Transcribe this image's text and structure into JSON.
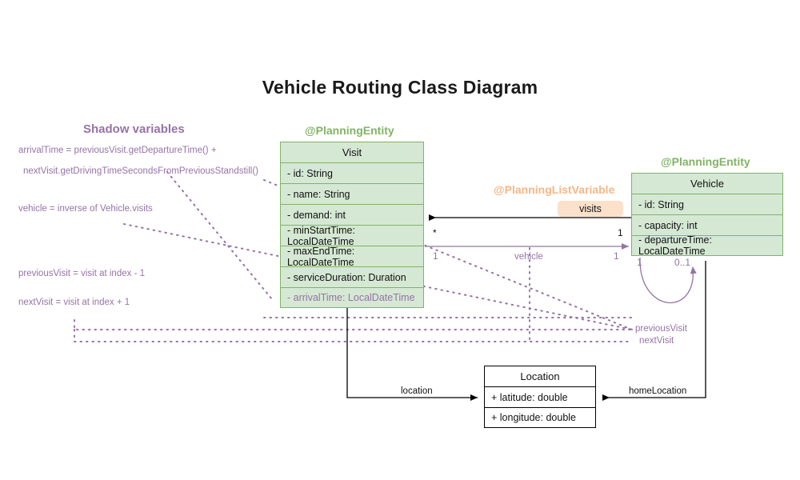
{
  "title": "Vehicle Routing Class Diagram",
  "palette": {
    "entity_fill": "#d5e8d4",
    "entity_stroke": "#82b366",
    "shadow_purple": "#9673a6",
    "list_variable_orange": "#f5b787",
    "badge_fill": "#fbe0ca",
    "plain_stroke": "#000000"
  },
  "shadow_panel": {
    "heading": "Shadow variables",
    "lines": [
      "arrivalTime = previousVisit.getDepartureTime() +",
      "nextVisit.getDrivingTimeSecondsFromPreviousStandstill()",
      "vehicle = inverse of Vehicle.visits",
      "previousVisit = visit at index - 1",
      "nextVisit = visit at index + 1"
    ]
  },
  "classes": {
    "visit": {
      "stereotype": "@PlanningEntity",
      "name": "Visit",
      "attributes": [
        "- id: String",
        "- name: String",
        "- demand: int",
        "- minStartTime: LocalDateTime",
        "- maxEndTime: LocalDateTime",
        "- serviceDuration: Duration"
      ],
      "shadow_attributes": [
        "- arrivalTime: LocalDateTime"
      ]
    },
    "vehicle": {
      "stereotype": "@PlanningEntity",
      "name": "Vehicle",
      "attributes": [
        "- id: String",
        "- capacity: int",
        "- departureTime: LocalDateTime"
      ]
    },
    "location": {
      "name": "Location",
      "attributes": [
        "+ latitude: double",
        "+ longitude: double"
      ]
    }
  },
  "annotations": {
    "planning_list_variable": "@PlanningListVariable",
    "visits_badge": "visits"
  },
  "relations": {
    "visits": {
      "label": "visits",
      "source_mult": "1",
      "target_mult": "*"
    },
    "vehicle": {
      "label": "vehicle",
      "source_mult": "1",
      "target_mult": "1"
    },
    "self_loop": {
      "source_mult": "1",
      "target_mult": "0..1"
    },
    "previous_visit": {
      "label": "previousVisit"
    },
    "next_visit": {
      "label": "nextVisit"
    },
    "location": {
      "label": "location"
    },
    "home_location": {
      "label": "homeLocation"
    }
  }
}
